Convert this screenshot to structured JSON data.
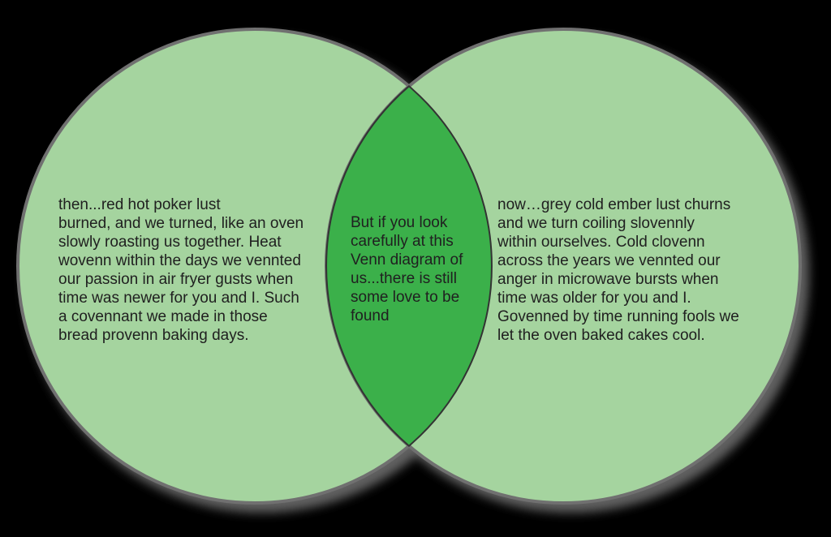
{
  "diagram": {
    "type": "venn",
    "left_circle": {
      "label": "then",
      "lines": [
        "then...red hot poker lust",
        "burned, and we turned, like an oven",
        "slowly roasting us together. Heat",
        "wovenn within the days we vennted",
        "our passion in air fryer gusts when",
        "time was newer for you and I. Such",
        "a covennant we made in those",
        "bread provenn baking days."
      ]
    },
    "right_circle": {
      "label": "now",
      "lines": [
        "now…grey cold ember lust churns",
        "and we turn coiling slovennly",
        "within ourselves. Cold clovenn",
        "across the years we vennted our",
        "anger in microwave bursts when",
        "time was older for you and I.",
        "Govenned by time running fools we",
        "let the oven baked cakes cool."
      ]
    },
    "intersection": {
      "lines": [
        "But if you look",
        "carefully at this",
        "Venn diagram of",
        "us...there is still",
        "some love to be",
        "found"
      ]
    }
  },
  "colors": {
    "background": "#000000",
    "circle_fill": "#a5d49f",
    "circle_border": "#6f6f6f",
    "intersection_fill": "#3bb04a",
    "intersection_border": "#333333",
    "text": "#202020",
    "shadow": "#666666"
  }
}
